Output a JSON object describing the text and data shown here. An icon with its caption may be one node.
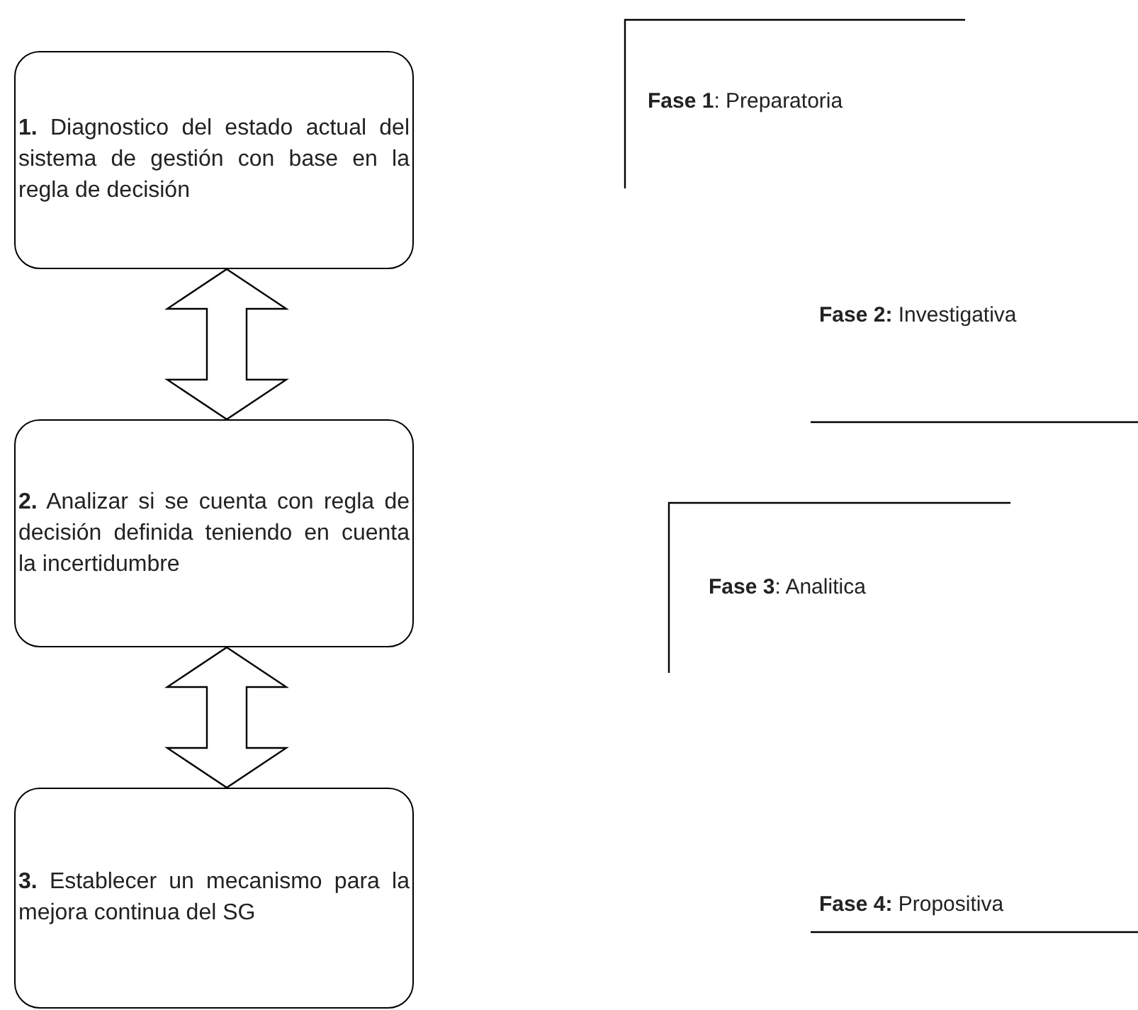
{
  "diagram": {
    "nodes": [
      {
        "text": [
          "**1.** Diagnostico del estado actual del sistema de gestión con base en la regla de decisión"
        ]
      },
      {
        "text": [
          "**2.** Analizar si se cuenta con regla de decisión definida teniendo en cuenta la incertidumbre"
        ]
      },
      {
        "text": [
          "**3.** Establecer un mecanismo para la mejora continua del SG"
        ]
      }
    ],
    "edges": [
      {
        "from": 0,
        "to": 1,
        "arrow": "both"
      },
      {
        "from": 1,
        "to": 2,
        "arrow": "both"
      }
    ],
    "labels": [
      "**Fase 1**: Preparatoria",
      "**Fase 2:** Investigativa",
      "**Fase 3**: Analitica",
      "**Fase 4:** Propositiva"
    ]
  }
}
